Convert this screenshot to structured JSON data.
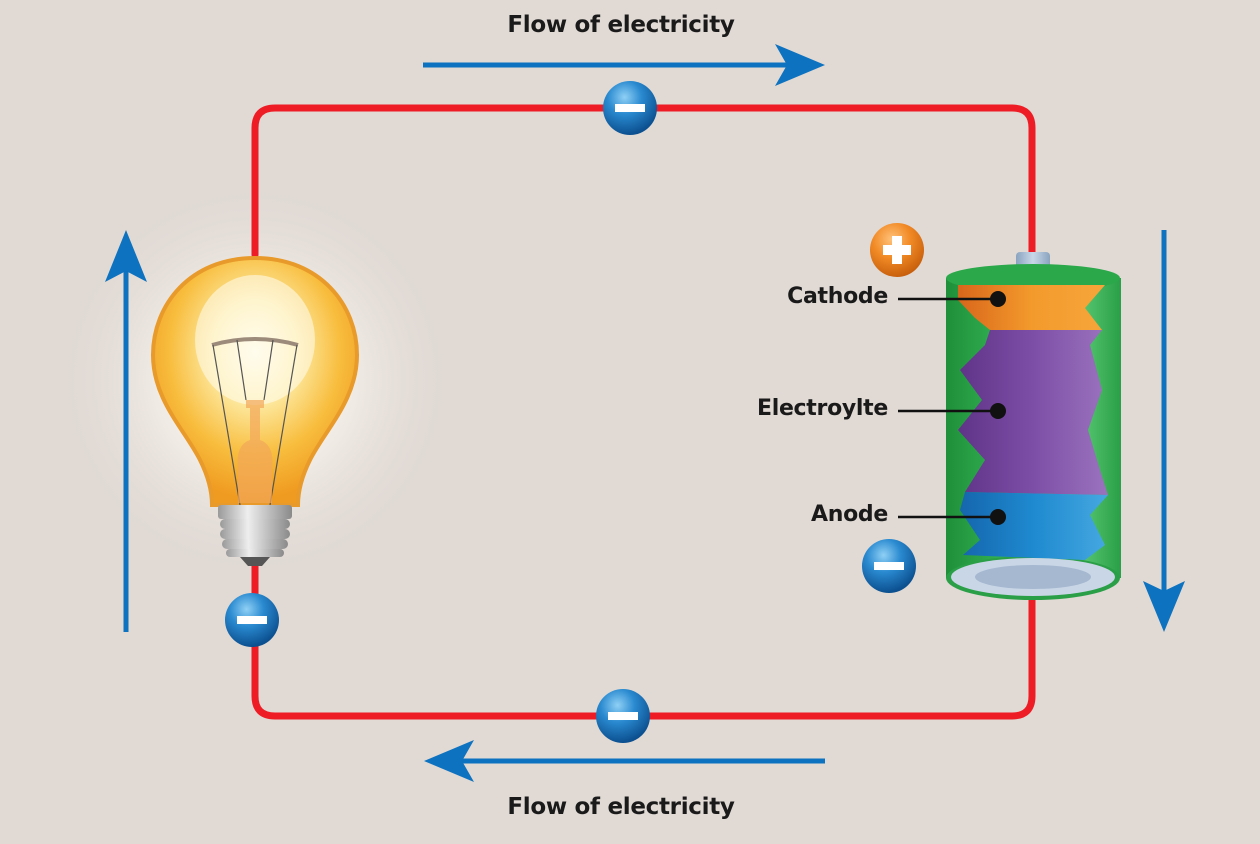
{
  "diagram": {
    "title": "Electric circuit: battery powering a light bulb",
    "flow_label_top": "Flow of electricity",
    "flow_label_bottom": "Flow of electricity",
    "battery_labels": {
      "cathode": "Cathode",
      "electrolyte": "Electroylte",
      "anode": "Anode"
    },
    "terminal_symbols": {
      "positive": "+",
      "negative": "−"
    },
    "electron_symbol": "−",
    "colors": {
      "background": "#e0d9d4",
      "wire": "#ee1c25",
      "arrow": "#0d72c0",
      "electron": "#1a7cc4",
      "positive_terminal": "#f08a24",
      "battery_casing": "#2aa84a",
      "cathode": "#f39024",
      "electrolyte": "#7f4ea3",
      "anode": "#1c88cf",
      "bulb_glass": "#f7b733"
    },
    "icons": {
      "bulb": "light-bulb-icon",
      "battery": "battery-icon",
      "electron": "electron-icon",
      "arrow": "arrow-icon"
    }
  }
}
